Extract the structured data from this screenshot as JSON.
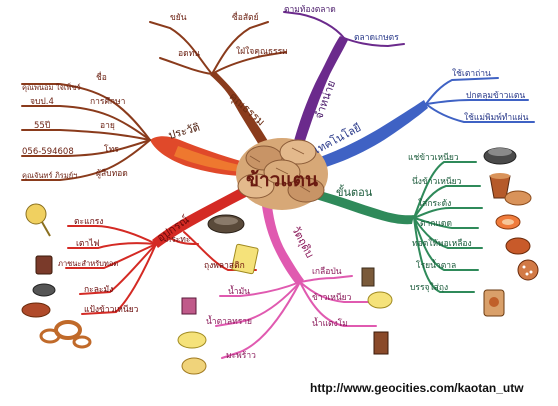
{
  "center": {
    "title": "ข้าวแตน"
  },
  "branches": {
    "khunnatham": {
      "title": "คุณธรรม",
      "color": "#8a3b1c",
      "items": [
        "ขยัน",
        "ซื่อสัตย์",
        "อดทน",
        "ใฝ่ใจคุณธรรม"
      ]
    },
    "jamnai": {
      "title": "จำหน่าย",
      "color": "#6b2a8c",
      "items": [
        "ตามท้องตลาด",
        "ตลาดเกษตร"
      ]
    },
    "technology": {
      "title": "เทคโนโลยี",
      "color": "#3f62c4",
      "items": [
        "ใช้เตาถ่าน",
        "ปกคลุมข้าวแตน",
        "ใช้แม่พิมพ์ทำแผ่น"
      ]
    },
    "prawat": {
      "title": "ประวัติ",
      "color": "#e0492a",
      "rows": [
        {
          "value": "คุณพนอม ใจเพ็ชร์",
          "label": "ชื่อ"
        },
        {
          "value": "จบป.4",
          "label": "การศึกษา"
        },
        {
          "value": "55ปี",
          "label": "อายุ"
        },
        {
          "value": "056-594608",
          "label": "โทร"
        },
        {
          "value": "คุณจันทร์ ภิรมย์ฯ",
          "label": "ผู้สืบทอด"
        }
      ]
    },
    "khantorn": {
      "title": "ขั้นตอน",
      "color": "#2f8a5a",
      "items": [
        "แช่ข้าวเหนียว",
        "นึ่งข้าวเหนียว",
        "ใส่กระด้ง",
        "ตากแดด",
        "ทอดให้พอเหลือง",
        "โรยน้ำตาล",
        "บรรจุใส่ถุง"
      ]
    },
    "uppakorn": {
      "title": "อุปกรณ์",
      "color": "#d42a24",
      "items": [
        "ตะแกรง",
        "เตาไฟ",
        "ภาชนะสำหรับทอด",
        "กะละมัง",
        "กระทะ",
        "ถุงพลาสติก",
        "แป้งข้าวเหนียว"
      ]
    },
    "wattudip": {
      "title": "วัตถุดิบ",
      "color": "#e05ab0",
      "items": [
        "น้ำมัน",
        "น้ำตาลทราย",
        "มะพร้าว",
        "เกลือป่น",
        "ข้าวเหนียว",
        "น้ำแตงโม"
      ]
    }
  },
  "footer": {
    "url": "http://www.geocities.com/kaotan_utw"
  }
}
